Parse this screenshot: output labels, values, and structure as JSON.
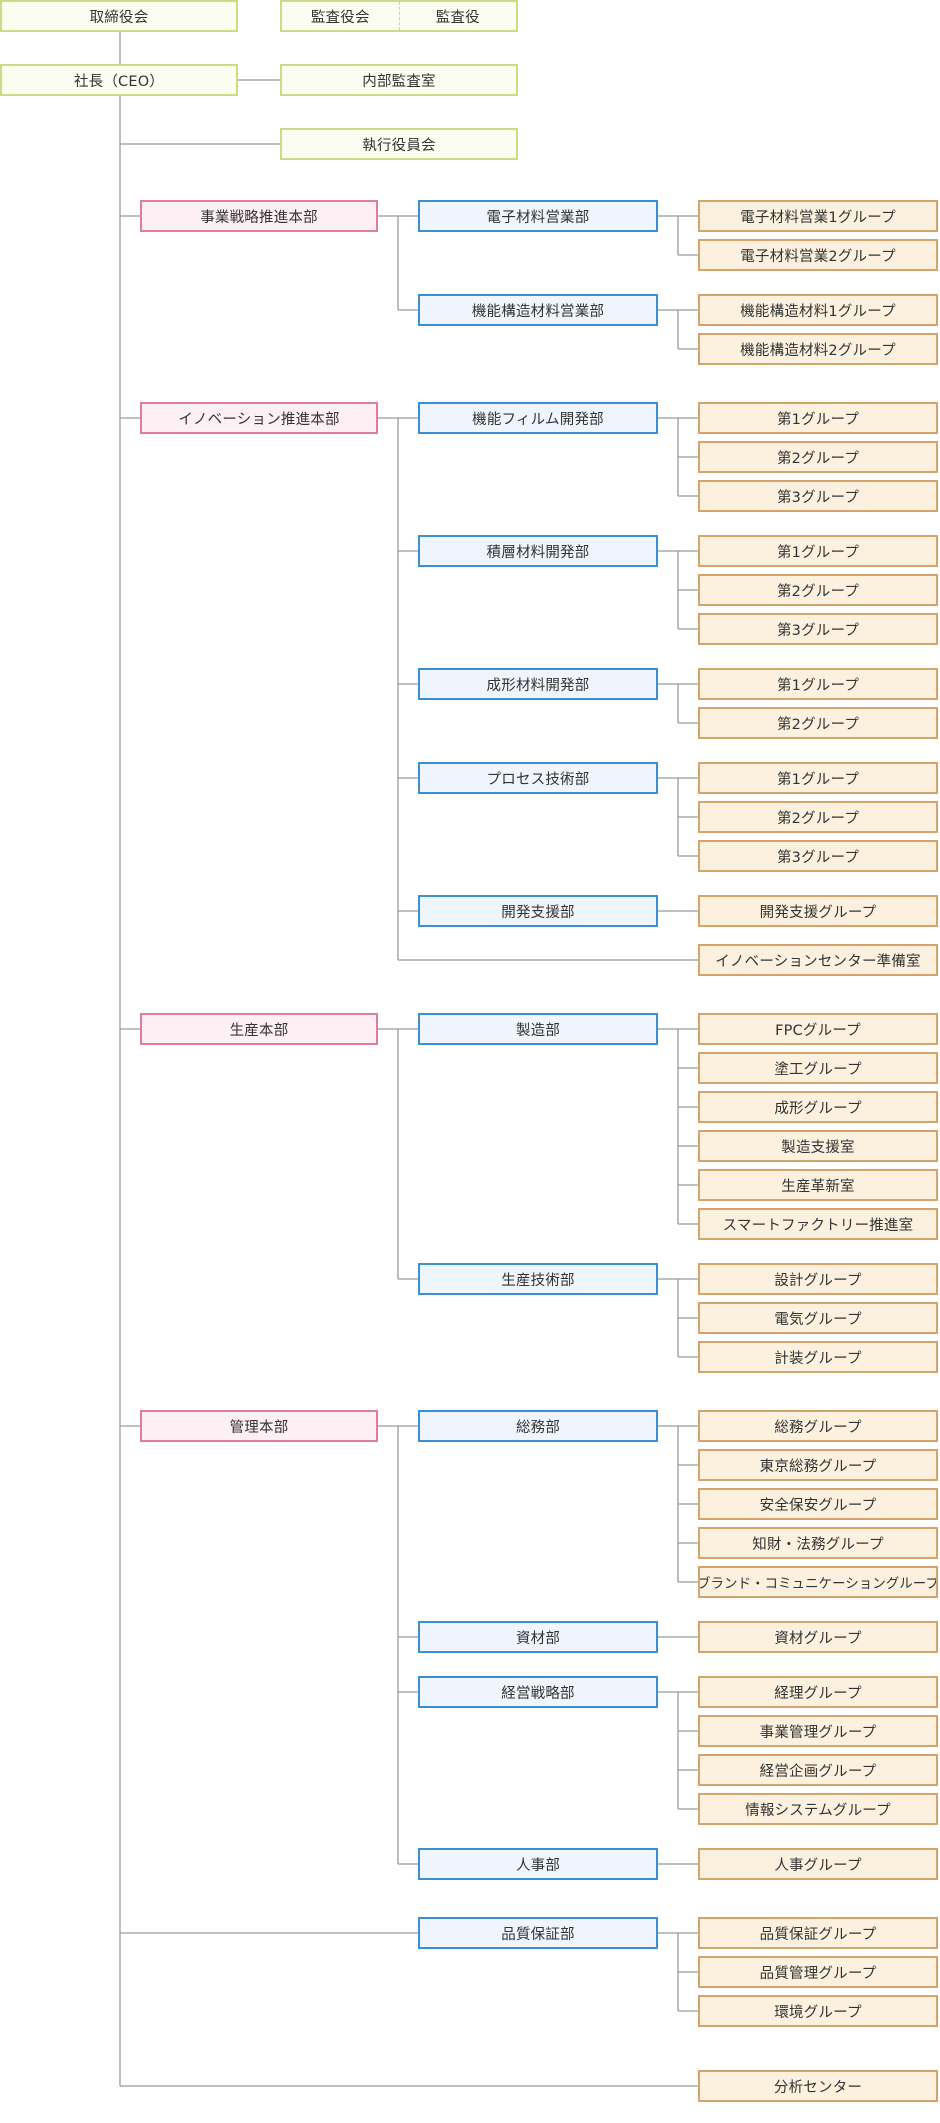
{
  "colors": {
    "line": "#9a9a9a",
    "exec_border": "#c9dd86",
    "hq_border": "#e37ba1",
    "dept_border": "#3d8fd4",
    "group_border": "#d6a46a"
  },
  "top": {
    "board": "取締役会",
    "audit_board": "監査役会",
    "auditor": "監査役",
    "ceo": "社長（CEO）",
    "internal_audit": "内部監査室",
    "executive_officers": "執行役員会"
  },
  "headquarters": [
    {
      "name": "事業戦略推進本部",
      "departments": [
        {
          "name": "電子材料営業部",
          "groups": [
            "電子材料営業1グループ",
            "電子材料営業2グループ"
          ]
        },
        {
          "name": "機能構造材料営業部",
          "groups": [
            "機能構造材料1グループ",
            "機能構造材料2グループ"
          ]
        }
      ]
    },
    {
      "name": "イノベーション推進本部",
      "departments": [
        {
          "name": "機能フィルム開発部",
          "groups": [
            "第1グループ",
            "第2グループ",
            "第3グループ"
          ]
        },
        {
          "name": "積層材料開発部",
          "groups": [
            "第1グループ",
            "第2グループ",
            "第3グループ"
          ]
        },
        {
          "name": "成形材料開発部",
          "groups": [
            "第1グループ",
            "第2グループ"
          ]
        },
        {
          "name": "プロセス技術部",
          "groups": [
            "第1グループ",
            "第2グループ",
            "第3グループ"
          ]
        },
        {
          "name": "開発支援部",
          "groups": [
            "開発支援グループ"
          ]
        }
      ],
      "direct_groups": [
        "イノベーションセンター準備室"
      ]
    },
    {
      "name": "生産本部",
      "departments": [
        {
          "name": "製造部",
          "groups": [
            "FPCグループ",
            "塗工グループ",
            "成形グループ",
            "製造支援室",
            "生産革新室",
            "スマートファクトリー推進室"
          ]
        },
        {
          "name": "生産技術部",
          "groups": [
            "設計グループ",
            "電気グループ",
            "計装グループ"
          ]
        }
      ]
    },
    {
      "name": "管理本部",
      "departments": [
        {
          "name": "総務部",
          "groups": [
            "総務グループ",
            "東京総務グループ",
            "安全保安グループ",
            "知財・法務グループ",
            "ブランド・コミュニケーショングループ"
          ]
        },
        {
          "name": "資材部",
          "groups": [
            "資材グループ"
          ]
        },
        {
          "name": "経営戦略部",
          "groups": [
            "経理グループ",
            "事業管理グループ",
            "経営企画グループ",
            "情報システムグループ"
          ]
        },
        {
          "name": "人事部",
          "groups": [
            "人事グループ"
          ]
        }
      ]
    }
  ],
  "standalone_departments": [
    {
      "name": "品質保証部",
      "groups": [
        "品質保証グループ",
        "品質管理グループ",
        "環境グループ"
      ]
    }
  ],
  "standalone_groups": [
    "分析センター"
  ]
}
